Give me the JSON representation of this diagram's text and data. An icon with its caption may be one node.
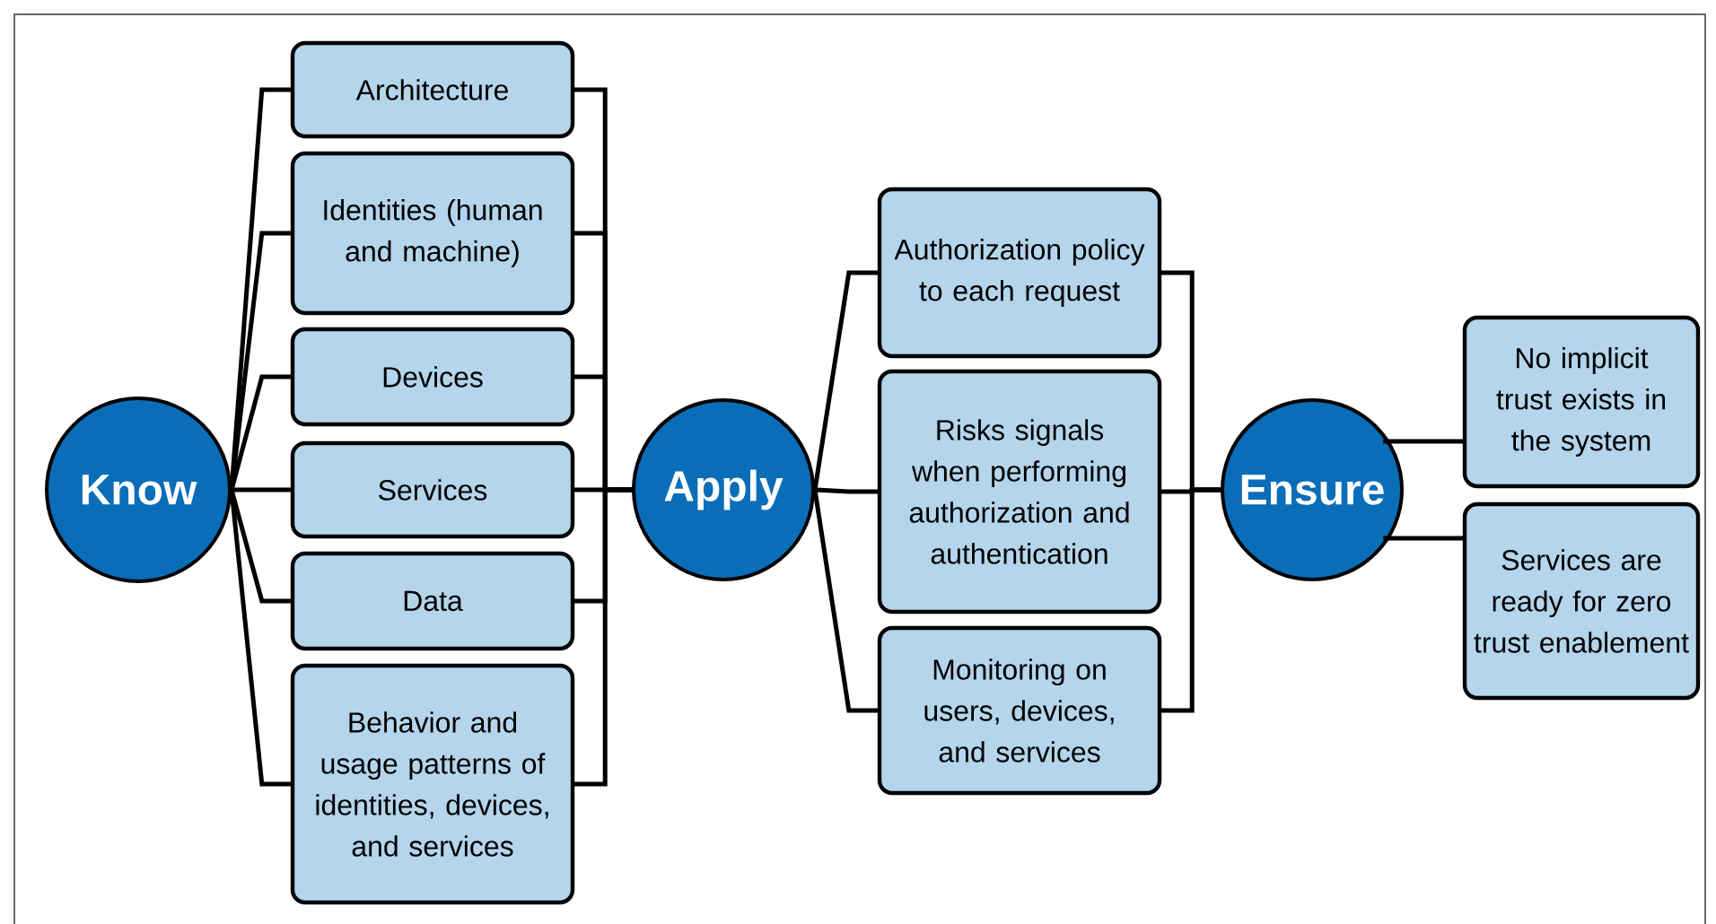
{
  "diagram": {
    "nodes": [
      {
        "text": [
          "Know"
        ]
      },
      {
        "text": [
          "Architecture"
        ]
      },
      {
        "text": [
          "Identities (human and machine)"
        ]
      },
      {
        "text": [
          "Devices"
        ]
      },
      {
        "text": [
          "Services"
        ]
      },
      {
        "text": [
          "Data"
        ]
      },
      {
        "text": [
          "Behavior and usage patterns of identities, devices, and services"
        ]
      },
      {
        "text": [
          "Apply"
        ]
      },
      {
        "text": [
          "Authorization policy to each request"
        ]
      },
      {
        "text": [
          "Risks signals when performing authorization and authentication"
        ]
      },
      {
        "text": [
          "Monitoring on users, devices, and services"
        ]
      },
      {
        "text": [
          "Ensure"
        ]
      },
      {
        "text": [
          "No implicit trust exists in the system"
        ]
      },
      {
        "text": [
          "Services are ready for zero trust enablement"
        ]
      }
    ],
    "edges": [
      {
        "from": 0,
        "to": 1,
        "arrow": "none"
      },
      {
        "from": 0,
        "to": 2,
        "arrow": "none"
      },
      {
        "from": 0,
        "to": 3,
        "arrow": "none"
      },
      {
        "from": 0,
        "to": 4,
        "arrow": "none"
      },
      {
        "from": 0,
        "to": 5,
        "arrow": "none"
      },
      {
        "from": 0,
        "to": 6,
        "arrow": "none"
      },
      {
        "from": 1,
        "to": 7,
        "arrow": "none"
      },
      {
        "from": 2,
        "to": 7,
        "arrow": "none"
      },
      {
        "from": 3,
        "to": 7,
        "arrow": "none"
      },
      {
        "from": 4,
        "to": 7,
        "arrow": "none"
      },
      {
        "from": 5,
        "to": 7,
        "arrow": "none"
      },
      {
        "from": 6,
        "to": 7,
        "arrow": "none"
      },
      {
        "from": 7,
        "to": 8,
        "arrow": "none"
      },
      {
        "from": 7,
        "to": 9,
        "arrow": "none"
      },
      {
        "from": 7,
        "to": 10,
        "arrow": "none"
      },
      {
        "from": 8,
        "to": 11,
        "arrow": "none"
      },
      {
        "from": 9,
        "to": 11,
        "arrow": "none"
      },
      {
        "from": 10,
        "to": 11,
        "arrow": "none"
      },
      {
        "from": 11,
        "to": 12,
        "arrow": "none"
      },
      {
        "from": 11,
        "to": 13,
        "arrow": "none"
      }
    ]
  }
}
